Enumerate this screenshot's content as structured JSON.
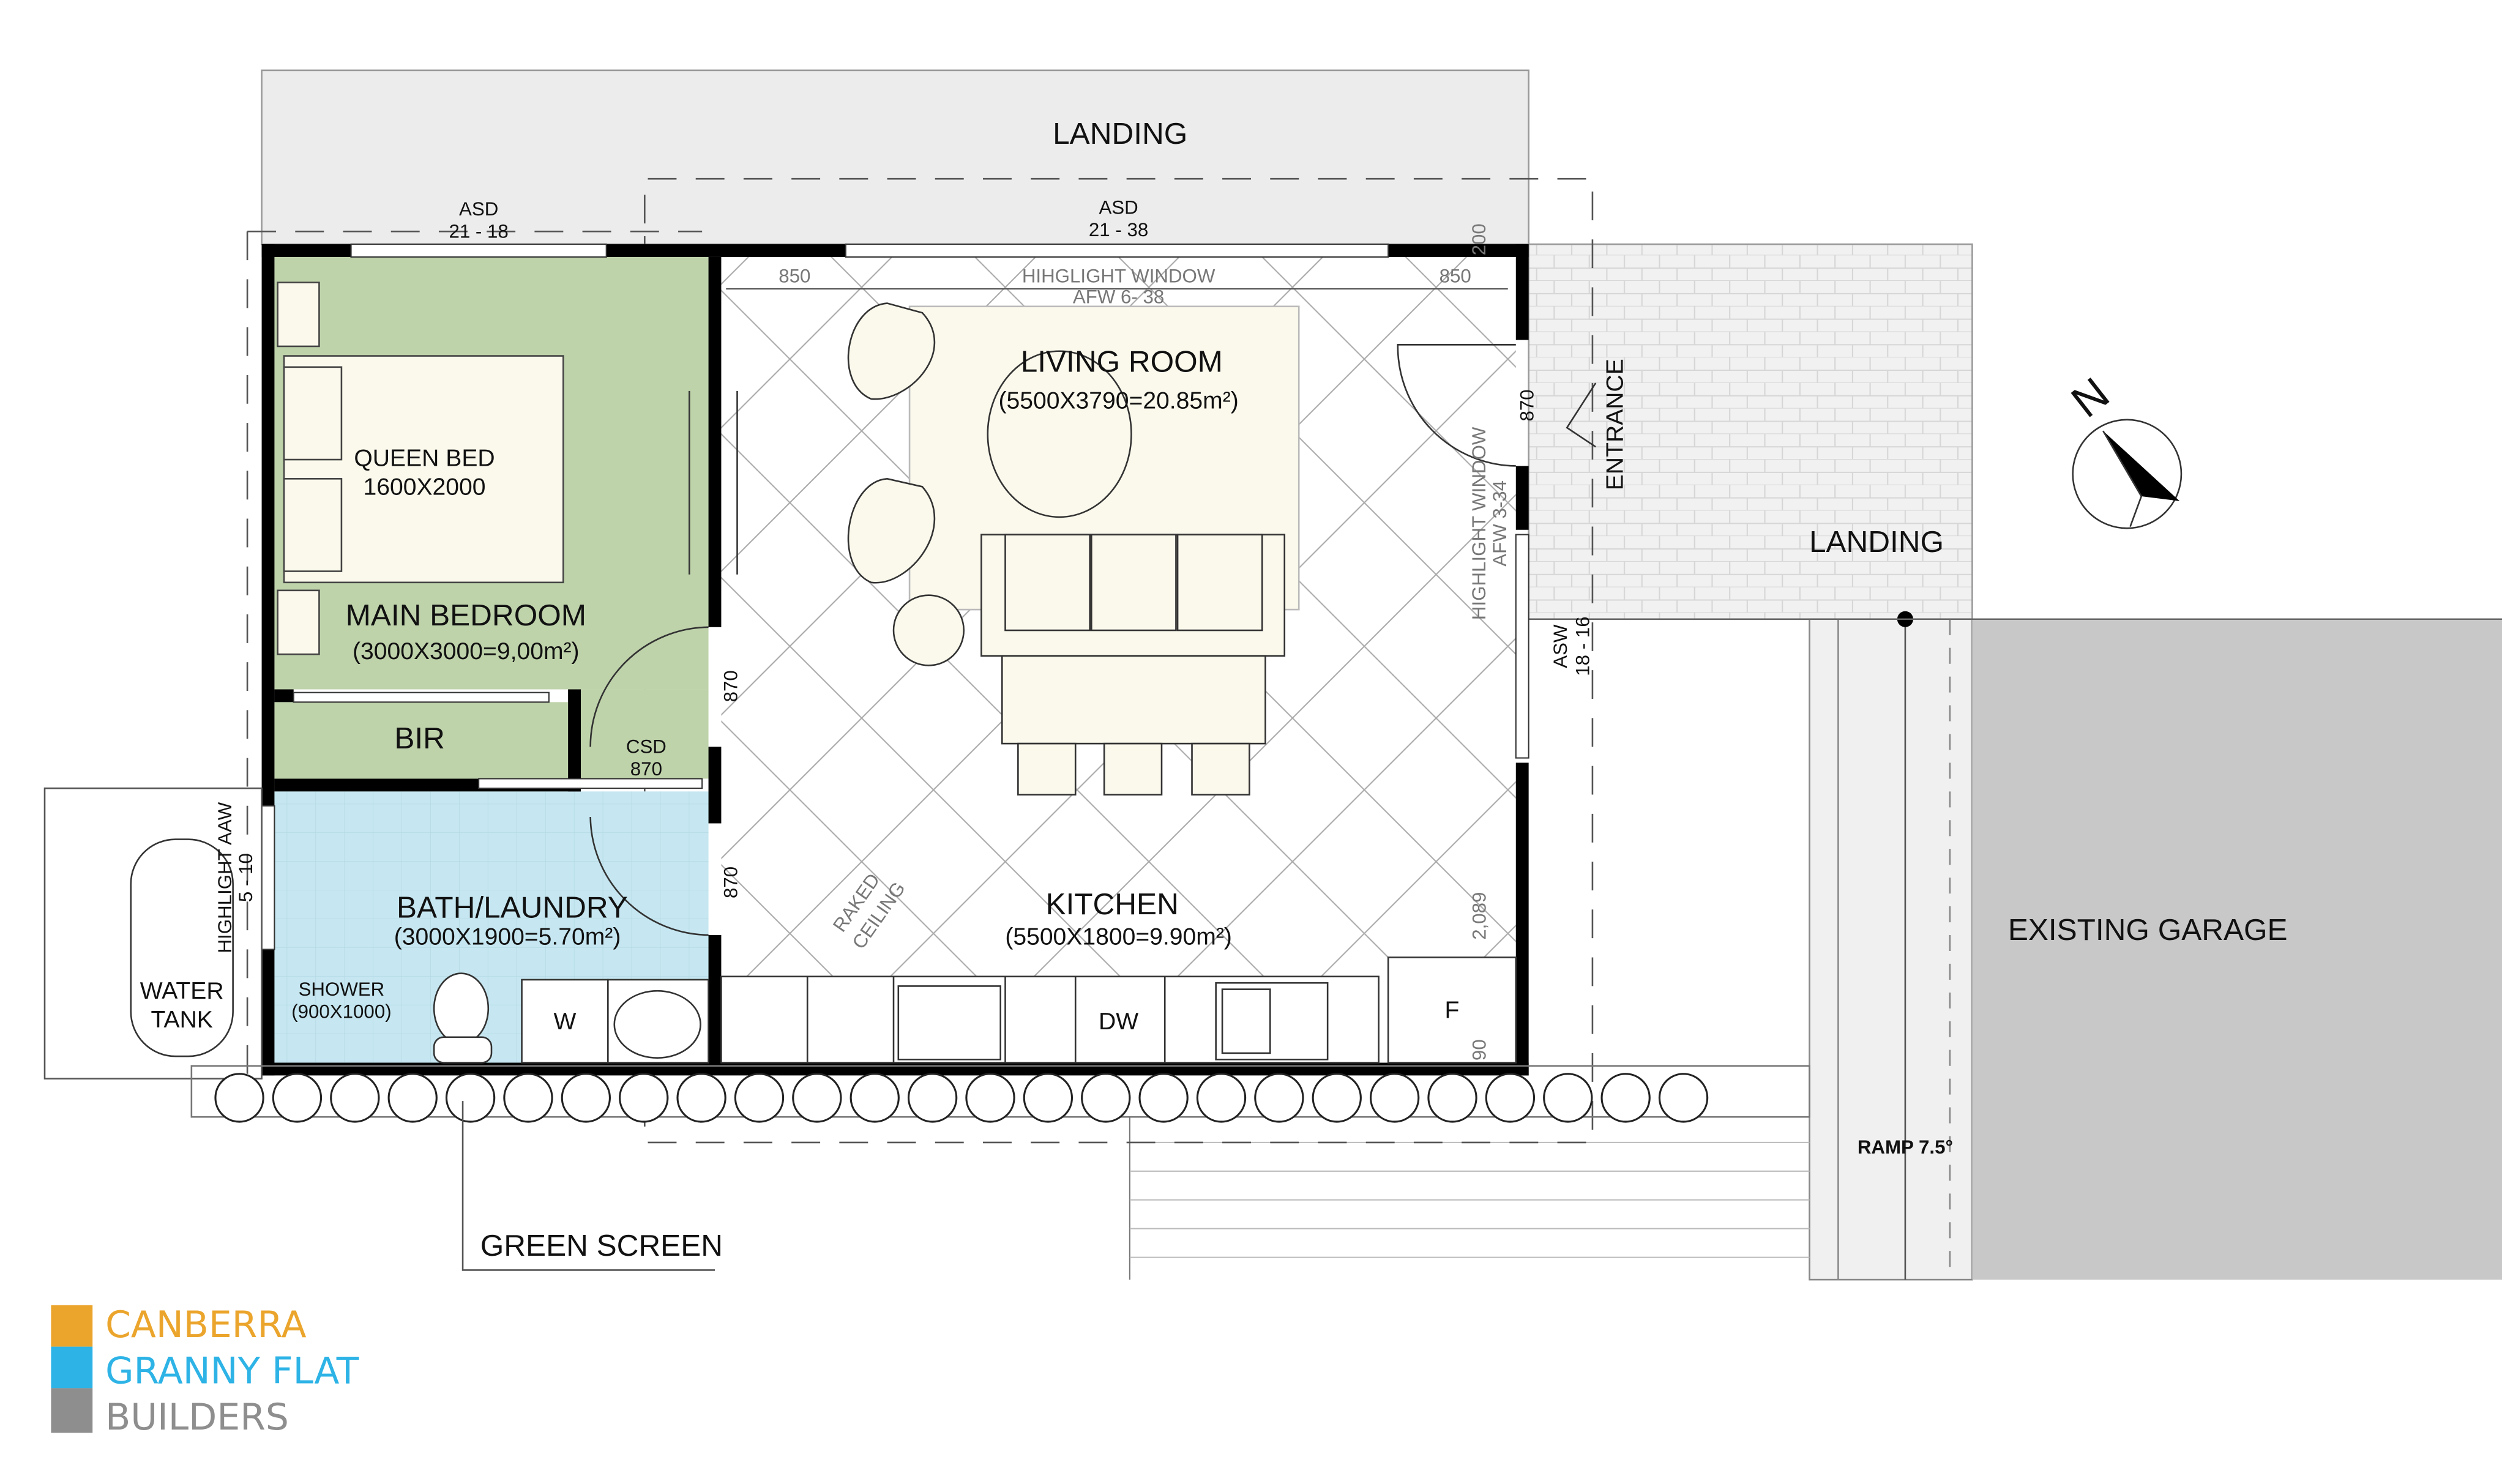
{
  "colors": {
    "bedroom": "#bfd3ab",
    "bath": "#c6e7f1",
    "landing": "#ececec",
    "garage": "#c8c8c8",
    "furniture": "#fbf9ec",
    "logo_orange": "#eba52c",
    "logo_blue": "#2db3e6",
    "logo_gray": "#8e8e8e"
  },
  "labels": {
    "landing_top": "LANDING",
    "landing_right": "LANDING",
    "asd_left": [
      "ASD",
      "21 - 18"
    ],
    "asd_top": [
      "ASD",
      "21 - 38"
    ],
    "highlight_top": [
      "HIHGLIGHT WINDOW",
      "AFW 6- 38"
    ],
    "dim_850_left": "850",
    "dim_850_right": "850",
    "dim_200": "200",
    "dim_870_entrance": "870",
    "dim_870_bed": "870",
    "dim_870_bath": "870",
    "dim_2089": "2,089",
    "dim_90": "90",
    "entrance": "ENTRANCE",
    "highlight_right": [
      "HIGHLIGHT WINDOW",
      "AFW 3-34"
    ],
    "asw": [
      "ASW",
      "18 - 16"
    ],
    "living_room": "LIVING ROOM",
    "living_area": "(5500X3790=20.85m²)",
    "queen_bed": [
      "QUEEN BED",
      "1600X2000"
    ],
    "main_bedroom": "MAIN BEDROOM",
    "main_bedroom_area": "(3000X3000=9,00m²)",
    "bir": "BIR",
    "csd": [
      "CSD",
      "870"
    ],
    "highlight_aaw": [
      "HIGHLIGHT AAW",
      "5 - 10"
    ],
    "bath": "BATH/LAUNDRY",
    "bath_area": "(3000X1900=5.70m²)",
    "shower": [
      "SHOWER",
      "(900X1000)"
    ],
    "washer": "W",
    "water_tank": [
      "WATER",
      "TANK"
    ],
    "raked": [
      "RAKED",
      "CEILING"
    ],
    "kitchen": "KITCHEN",
    "kitchen_area": "(5500X1800=9.90m²)",
    "dishwasher": "DW",
    "fridge": "F",
    "green_screen": "GREEN SCREEN",
    "ramp": "RAMP 7.5°",
    "existing_garage": "EXISTING GARAGE",
    "north": "N"
  },
  "logo": {
    "line1": "CANBERRA",
    "line2": "GRANNY FLAT",
    "line3": "BUILDERS"
  }
}
